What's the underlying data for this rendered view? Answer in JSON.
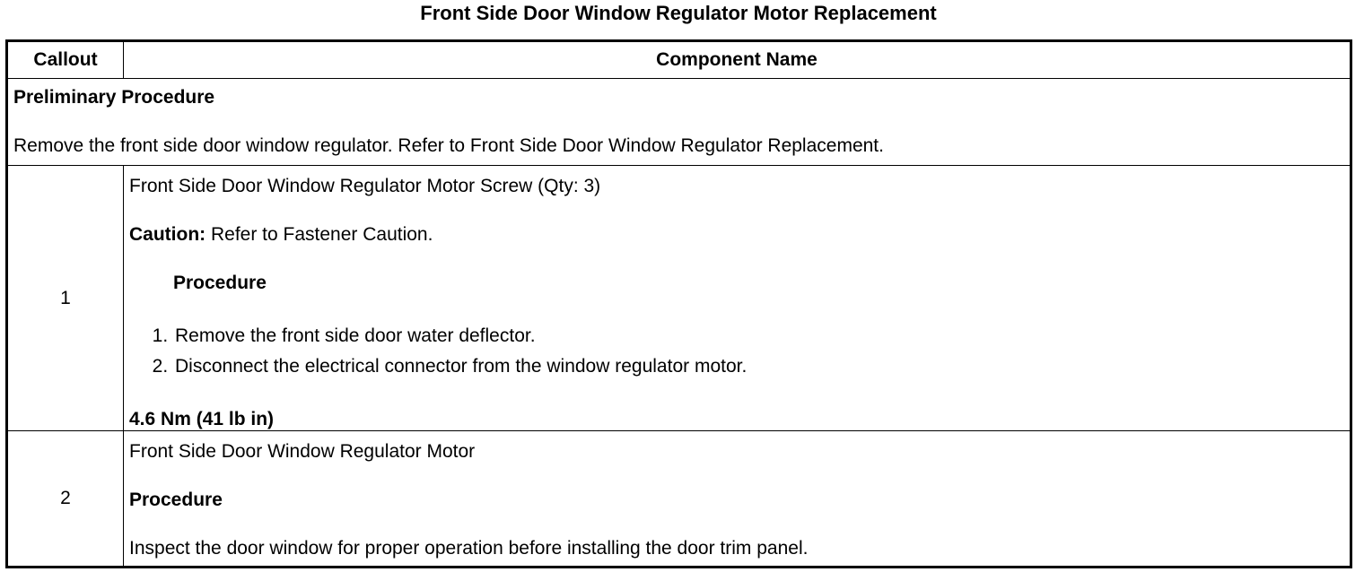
{
  "title": "Front Side Door Window Regulator Motor Replacement",
  "table": {
    "headers": {
      "callout": "Callout",
      "component": "Component Name"
    },
    "preliminary": {
      "heading": "Preliminary Procedure",
      "text": "Remove the front side door window regulator. Refer to Front Side Door Window Regulator Replacement."
    },
    "rows": [
      {
        "callout": "1",
        "component": "Front Side Door Window Regulator Motor Screw (Qty: 3)",
        "caution_label": "Caution:",
        "caution_text": " Refer to Fastener Caution.",
        "procedure_heading": "Procedure",
        "steps": [
          "Remove the front side door water deflector.",
          "Disconnect the electrical connector from the window regulator motor."
        ],
        "torque": "4.6 Nm (41 lb in)"
      },
      {
        "callout": "2",
        "component": "Front Side Door Window Regulator Motor",
        "procedure_heading": "Procedure",
        "procedure_text": "Inspect the door window for proper operation before installing the door trim panel."
      }
    ]
  }
}
